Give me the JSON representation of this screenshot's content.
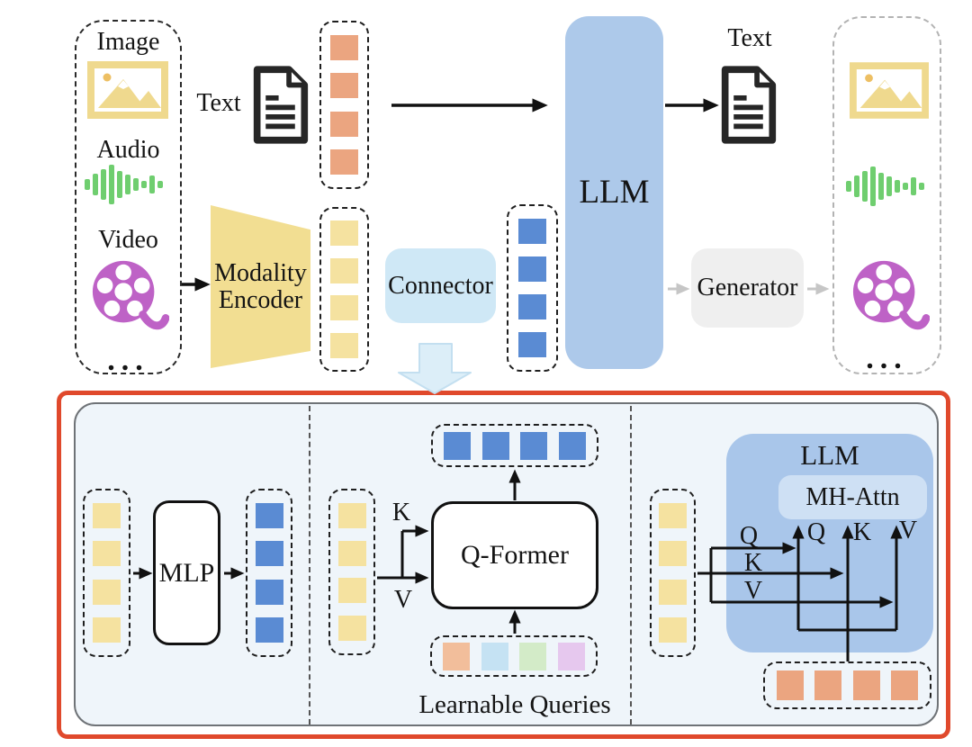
{
  "colors": {
    "token_orange": "#EBA580",
    "token_yellow": "#F5E2A0",
    "token_blue": "#5A8BD3",
    "encoder_yellow": "#F2DE92",
    "llm_blue": "#ADC9EA",
    "llm_blue_bottom": "#A9C6EA",
    "mh_attn_blue": "#CEE0F4",
    "connector_blue": "#CFE8F6",
    "generator_gray": "#EFEFEF",
    "panel_bg": "#EFF5FA",
    "red_border": "#E0492C",
    "query_orange": "#F2BE9B",
    "query_blue": "#C5E2F3",
    "query_green": "#D3EBC8",
    "query_pink": "#E6C8EE",
    "audio_green": "#6FCE6F",
    "video_purple": "#BE62C6",
    "icon_yellow": "#EFD98E",
    "sun_orange": "#EDBF63",
    "arrow_gray": "#C4C4C4",
    "block_arrow_fill": "#DCEEF8",
    "block_arrow_stroke": "#C3DFF0"
  },
  "top": {
    "input_panel": {
      "image_label": "Image",
      "audio_label": "Audio",
      "video_label": "Video",
      "ellipsis": "..."
    },
    "text_input_label": "Text",
    "modality_encoder": {
      "line1": "Modality",
      "line2": "Encoder"
    },
    "connector_label": "Connector",
    "llm_label": "LLM",
    "text_output_label": "Text",
    "generator_label": "Generator",
    "output_panel": {
      "ellipsis": "..."
    }
  },
  "bottom": {
    "mlp_panel": {
      "mlp_label": "MLP"
    },
    "qformer_panel": {
      "k_label": "K",
      "v_label": "V",
      "qformer_label": "Q-Former",
      "queries_label": "Learnable Queries"
    },
    "attention_panel": {
      "llm_label": "LLM",
      "mh_attn_label": "MH-Attn",
      "q_src": "Q",
      "k_src": "K",
      "v_src": "V",
      "q_dst": "Q",
      "k_dst": "K",
      "v_dst": "V"
    }
  },
  "icons": {
    "image": "picture-icon",
    "audio": "audio-waveform-icon",
    "video": "film-reel-icon",
    "text": "document-icon",
    "connector_flow": "block-down-arrow-icon"
  }
}
